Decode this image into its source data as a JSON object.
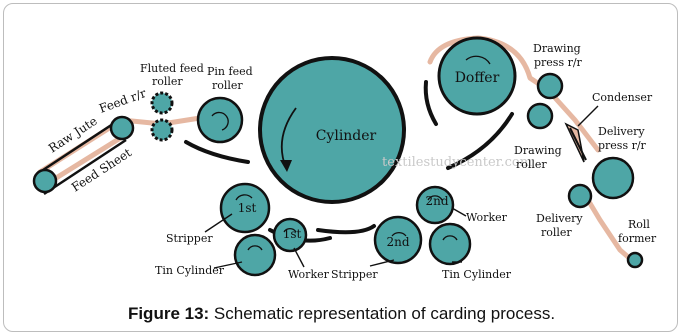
{
  "labels": {
    "raw_jute": "Raw Jute",
    "feed_rr": "Feed r/r",
    "feed_sheet": "Feed Sheet",
    "fluted_feed_roller_1": "Fluted feed",
    "fluted_feed_roller_2": "roller",
    "pin_feed_roller_1": "Pin feed",
    "pin_feed_roller_2": "roller",
    "cylinder": "Cylinder",
    "doffer": "Doffer",
    "drawing_press_1": "Drawing",
    "drawing_press_2": "press r/r",
    "condenser": "Condenser",
    "drawing_roller_1": "Drawing",
    "drawing_roller_2": "roller",
    "delivery_press_1": "Delivery",
    "delivery_press_2": "press r/r",
    "delivery_roller_1": "Delivery",
    "delivery_roller_2": "roller",
    "roll_former_1": "Roll",
    "roll_former_2": "former",
    "worker_right": "Worker",
    "stripper_left": "Stripper",
    "tin_cylinder_left": "Tin Cylinder",
    "worker_bottom": "Worker",
    "stripper_bottom": "Stripper",
    "tin_cylinder_right": "Tin Cylinder",
    "first_stripper_roll": "1st",
    "first_worker_roll": "1st",
    "second_worker_roll": "2nd",
    "second_stripper_roll": "2nd"
  },
  "watermark": "textilestudycenter.com",
  "caption": {
    "prefix": "Figure 13:",
    "text": " Schematic representation of carding process."
  },
  "colors": {
    "roller_fill": "#4ea6a6",
    "outline": "#111111",
    "jute_fibre": "#e6b8a2"
  }
}
